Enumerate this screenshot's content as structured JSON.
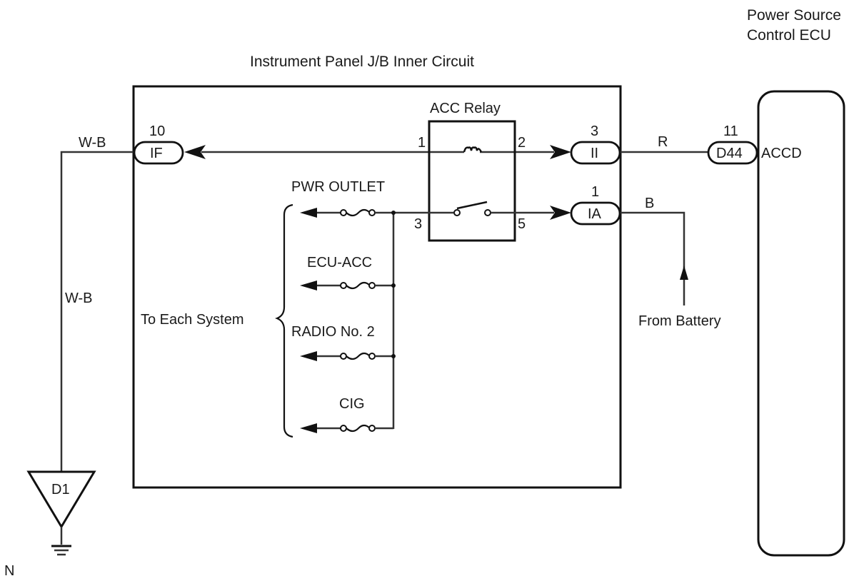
{
  "diagram": {
    "inner_circuit_title": "Instrument Panel J/B Inner Circuit",
    "ecu_title_line1": "Power Source",
    "ecu_title_line2": "Control ECU",
    "relay_label": "ACC Relay",
    "relay_pins": {
      "p1": "1",
      "p2": "2",
      "p3": "3",
      "p5": "5"
    },
    "connectors": {
      "if": {
        "name": "IF",
        "pin": "10"
      },
      "ii": {
        "name": "II",
        "pin": "3"
      },
      "ia": {
        "name": "IA",
        "pin": "1"
      },
      "d44": {
        "name": "D44",
        "pin": "11"
      }
    },
    "ecu_terminal": "ACCD",
    "wire_colors": {
      "wb_top": "W-B",
      "wb_side": "W-B",
      "r": "R",
      "b": "B"
    },
    "from_battery": "From Battery",
    "to_each_system": "To Each System",
    "fuses": [
      "PWR OUTLET",
      "ECU-ACC",
      "RADIO No. 2",
      "CIG"
    ],
    "ground_point": "D1",
    "corner_label": "N"
  }
}
